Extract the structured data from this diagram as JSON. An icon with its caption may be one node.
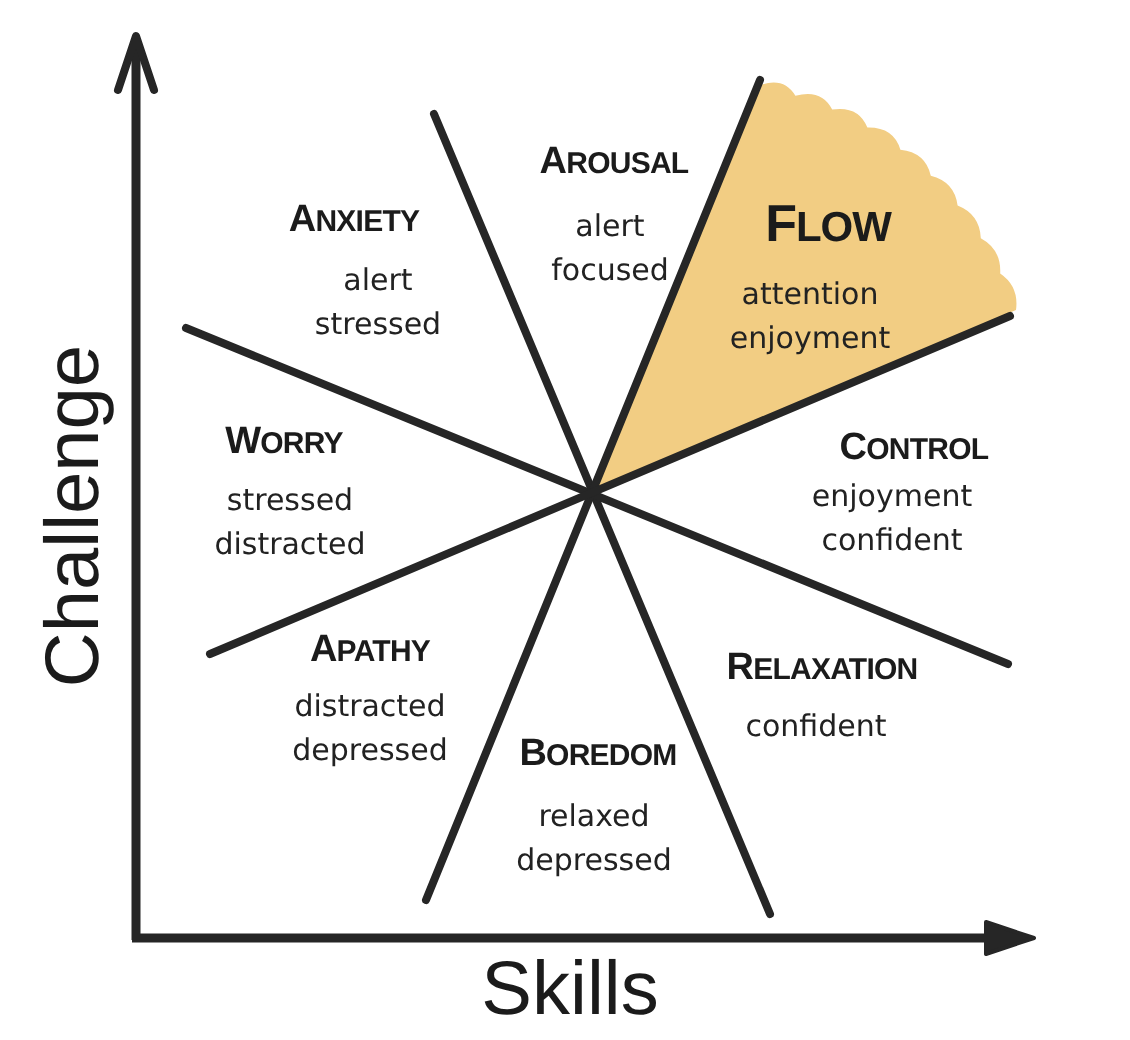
{
  "diagram": {
    "nodes": [
      {
        "text": [
          "FLOW",
          "attention enjoyment"
        ]
      }
    ],
    "labels": [
      "AROUSAL",
      "alert focused",
      "ANXIETY",
      "alert stressed",
      "WORRY",
      "stressed distracted",
      "CONTROL",
      "enjoyment confident",
      "APATHY",
      "distracted depressed",
      "RELAXATION",
      "confident",
      "BOREDOM",
      "relaxed depressed",
      "Challenge",
      "Skills"
    ]
  }
}
